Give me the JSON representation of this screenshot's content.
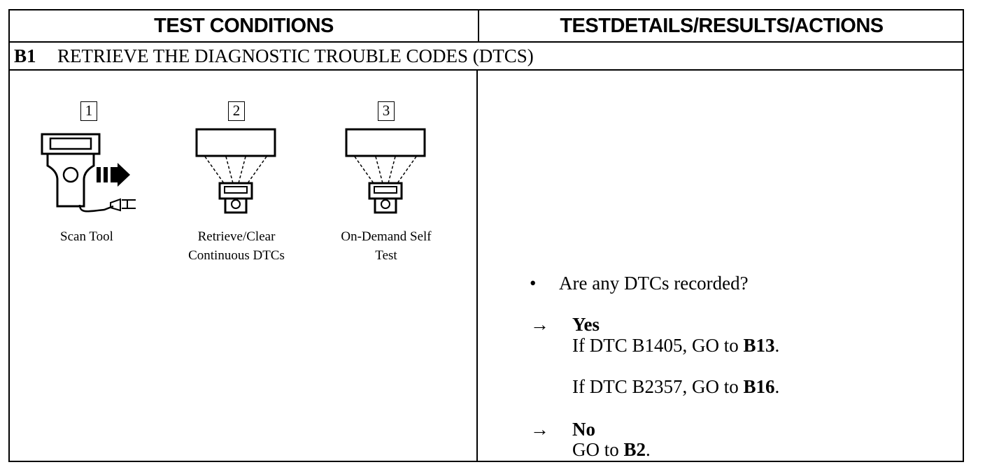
{
  "header": {
    "left": "TEST CONDITIONS",
    "right": "TESTDETAILS/RESULTS/ACTIONS"
  },
  "step": {
    "id": "B1",
    "title": "RETRIEVE THE DIAGNOSTIC TROUBLE CODES (DTCS)"
  },
  "illustrations": [
    {
      "number": "1",
      "caption_line1": "Scan Tool",
      "caption_line2": "",
      "icon": "scan-tool-icon"
    },
    {
      "number": "2",
      "caption_line1": "Retrieve/Clear",
      "caption_line2": "Continuous DTCs",
      "icon": "retrieve-clear-icon"
    },
    {
      "number": "3",
      "caption_line1": "On-Demand Self",
      "caption_line2": "Test",
      "icon": "self-test-icon"
    }
  ],
  "details": {
    "bullet": "•",
    "question": "Are any DTCs recorded?",
    "arrow": "→",
    "yes": {
      "label": "Yes",
      "line1_prefix": "If DTC B1405, GO to ",
      "line1_target": "B13",
      "line2_prefix": "If DTC B2357, GO to ",
      "line2_target": "B16",
      "period": "."
    },
    "no": {
      "label": "No",
      "line1_prefix": "GO to ",
      "line1_target": "B2",
      "period": "."
    }
  }
}
